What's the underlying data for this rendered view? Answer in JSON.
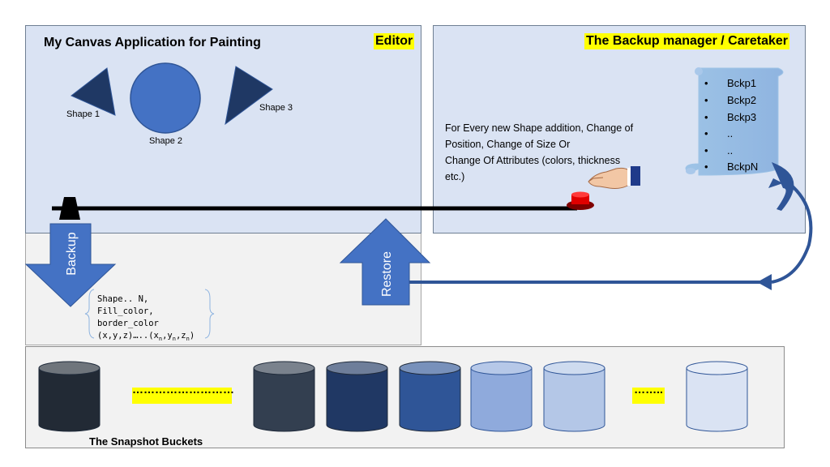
{
  "editor": {
    "app_title": "My Canvas Application for Painting",
    "label": "Editor",
    "shapes": [
      {
        "label": "Shape 1"
      },
      {
        "label": "Shape 2"
      },
      {
        "label": "Shape 3"
      }
    ]
  },
  "caretaker": {
    "label": "The Backup manager / Caretaker",
    "trigger_lines": [
      "For Every new Shape addition, Change of",
      "Position, Change of Size Or",
      "Change Of Attributes (colors, thickness",
      "etc.)"
    ],
    "backups": [
      "Bckp1",
      "Bckp2",
      "Bckp3",
      "..",
      "..",
      "BckpN"
    ]
  },
  "arrows": {
    "backup": "Backup",
    "restore": "Restore"
  },
  "snapshot_fields": {
    "line1": "Shape.. N,",
    "line2": "Fill_color,",
    "line3": "border_color",
    "coords": "(x,y,z)…..(xn,yn,zn)"
  },
  "snapshots": {
    "label": "The Snapshot Buckets",
    "dots_left": "………………………",
    "dots_right": "……..",
    "bucket_colors": [
      "#222a35",
      "#333f50",
      "#203864",
      "#2f5597",
      "#8faadc",
      "#b4c7e7",
      "#dae3f3"
    ]
  },
  "colors": {
    "shape_fill": "#4472c4",
    "dark_triangle": "#1f3864",
    "button_red": "#e00000",
    "highlight": "#ffff00"
  }
}
